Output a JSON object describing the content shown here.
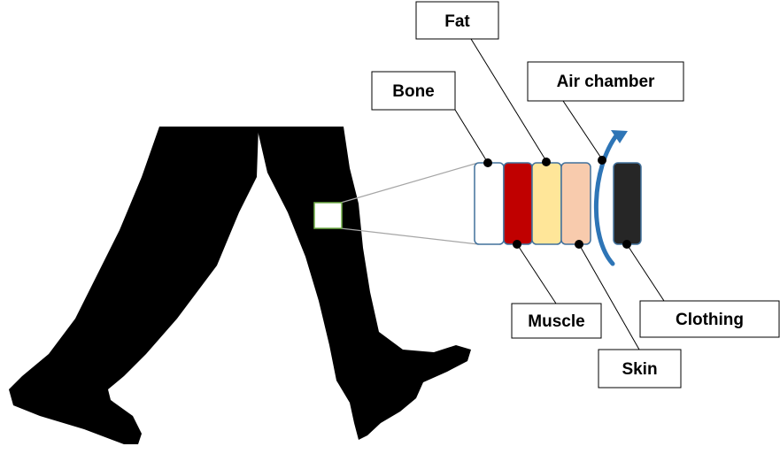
{
  "labels": {
    "fat": "Fat",
    "air_chamber": "Air chamber",
    "bone": "Bone",
    "muscle": "Muscle",
    "clothing": "Clothing",
    "skin": "Skin"
  },
  "layers": [
    {
      "name": "bone",
      "color": "#ffffff"
    },
    {
      "name": "muscle",
      "color": "#c00000"
    },
    {
      "name": "fat",
      "color": "#ffe699"
    },
    {
      "name": "skin",
      "color": "#f8cbad"
    },
    {
      "name": "clothing",
      "color": "#262626"
    }
  ],
  "colors": {
    "legs": "#000000",
    "zoom_box_border": "#70ad47",
    "layer_border": "#41719c",
    "air_flow_arrow": "#2e75b6"
  },
  "icons": {
    "air_flow": "curved-arrow-icon"
  }
}
